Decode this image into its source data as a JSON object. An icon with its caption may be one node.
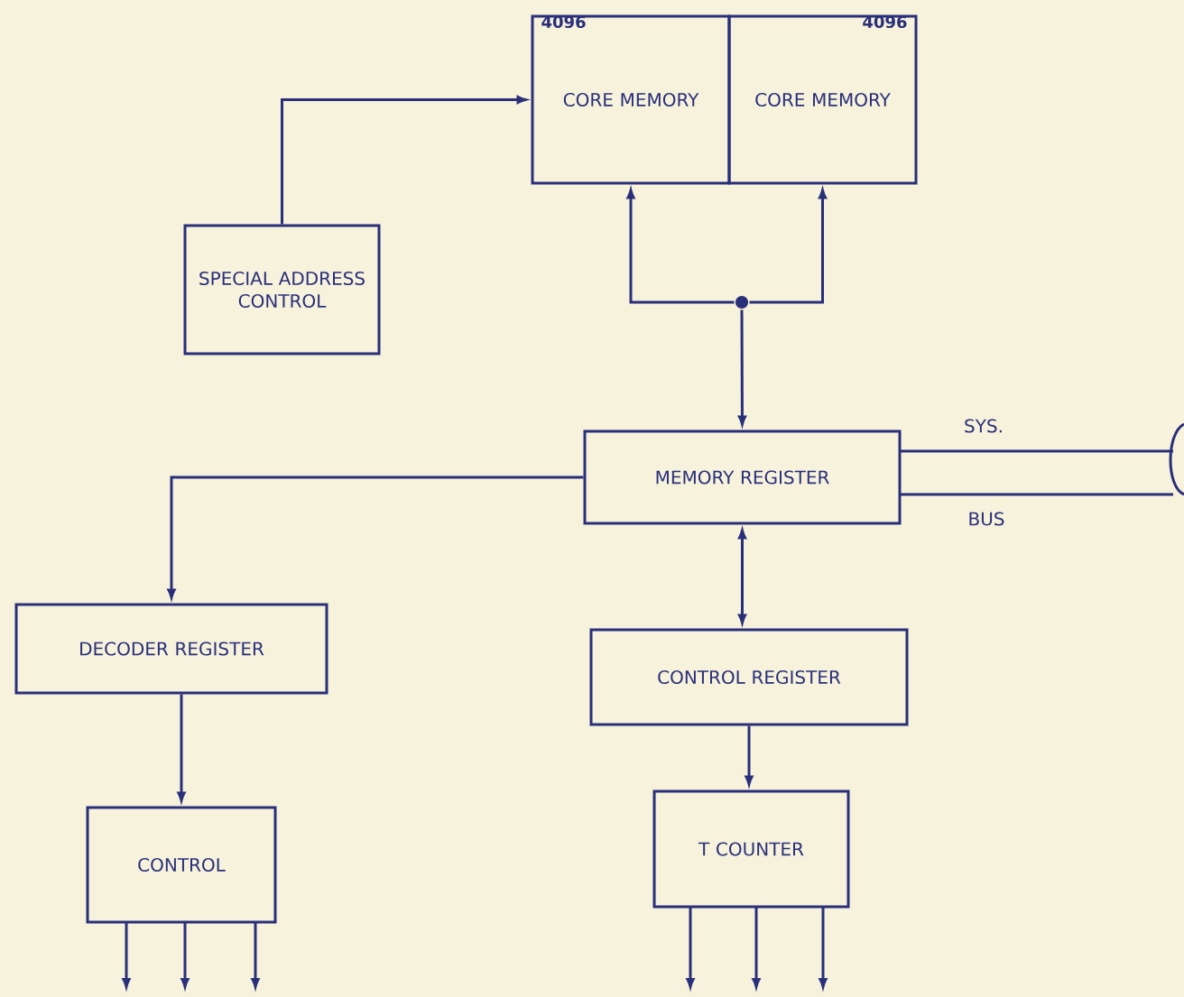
{
  "diagram": {
    "nodes": [
      {
        "text": [
          "4096",
          "CORE MEMORY"
        ]
      },
      {
        "text": [
          "4096",
          "CORE MEMORY"
        ]
      },
      {
        "text": [
          "SPECIAL ADDRESS CONTROL"
        ]
      },
      {
        "text": [
          "MEMORY REGISTER"
        ]
      },
      {
        "text": [
          "DECODER REGISTER"
        ]
      },
      {
        "text": [
          "CONTROL REGISTER"
        ]
      },
      {
        "text": [
          "CONTROL"
        ]
      },
      {
        "text": [
          "T COUNTER"
        ]
      },
      {
        "text": [],
        "shape": "circle"
      }
    ],
    "edges": [
      {
        "from": 2,
        "to": 0,
        "arrow": "to"
      },
      {
        "from": 8,
        "to": 0,
        "arrow": "to"
      },
      {
        "from": 8,
        "to": 1,
        "arrow": "to"
      },
      {
        "from": 8,
        "to": 3,
        "arrow": "to"
      },
      {
        "from": 3,
        "to": 4,
        "arrow": "to"
      },
      {
        "from": 3,
        "to": 5,
        "arrow": "both"
      },
      {
        "from": 5,
        "to": 7,
        "arrow": "to"
      },
      {
        "from": 4,
        "to": 6,
        "arrow": "to"
      },
      {
        "from": 6,
        "to": null,
        "arrow": "to"
      },
      {
        "from": 6,
        "to": null,
        "arrow": "to"
      },
      {
        "from": 6,
        "to": null,
        "arrow": "to"
      },
      {
        "from": 7,
        "to": null,
        "arrow": "to"
      },
      {
        "from": 7,
        "to": null,
        "arrow": "to"
      },
      {
        "from": 7,
        "to": null,
        "arrow": "to"
      },
      {
        "from": 3,
        "to": null,
        "arrow": "none",
        "label": "SYS."
      },
      {
        "from": 3,
        "to": null,
        "arrow": "none",
        "label": "BUS"
      }
    ]
  }
}
